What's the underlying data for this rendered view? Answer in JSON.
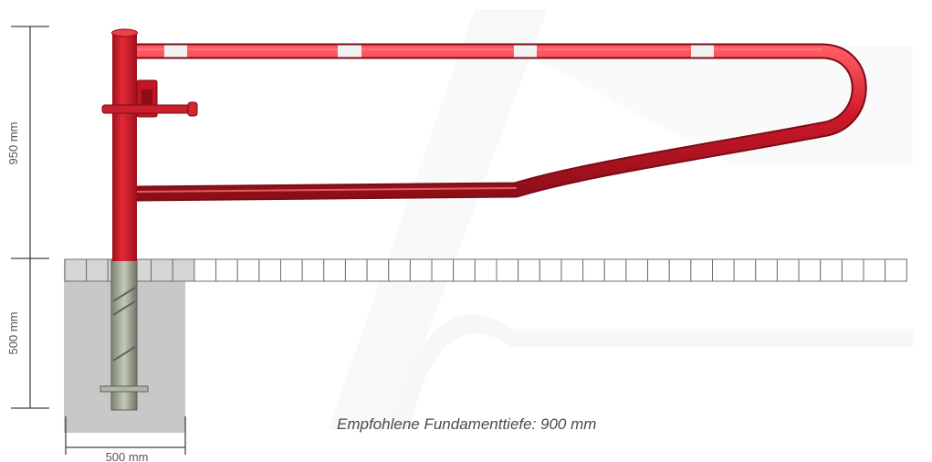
{
  "dimensions": {
    "height_above_ground": "950 mm",
    "foundation_depth_label": "500 mm",
    "foundation_width": "500 mm"
  },
  "caption": "Empfohlene Fundamenttiefe: 900 mm",
  "colors": {
    "barrier_red": "#d0182a",
    "barrier_white": "#f2f2f2",
    "foundation_gray": "#c9c9c9",
    "ground_tiles": "#ffffff"
  }
}
